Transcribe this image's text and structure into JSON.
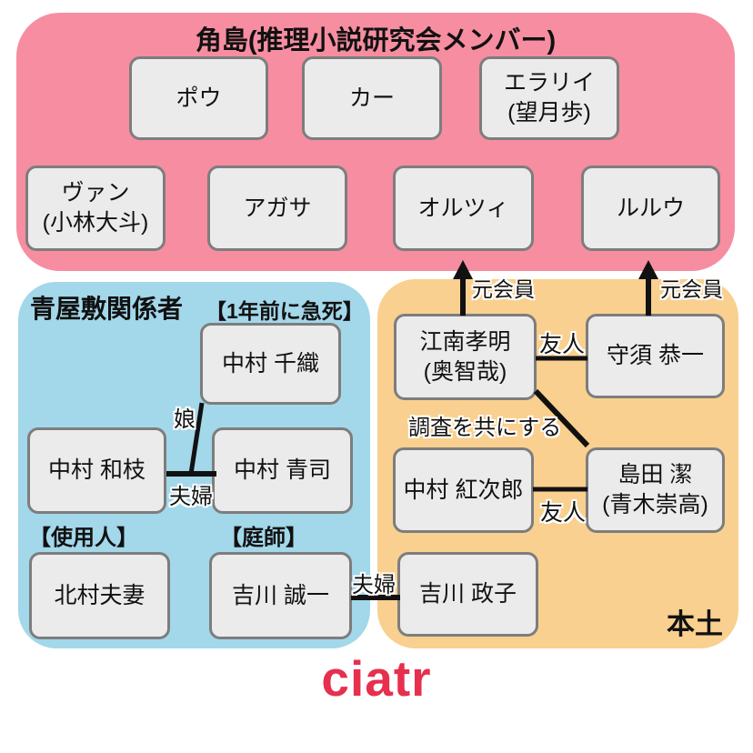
{
  "island": {
    "title": "角島(推理小説研究会メンバー)",
    "bg_color": "#f78da1",
    "members_row1": [
      {
        "name": "ポウ"
      },
      {
        "name": "カー"
      },
      {
        "name": "エラリイ",
        "sub": "(望月歩)"
      }
    ],
    "members_row2": [
      {
        "name": "ヴァン",
        "sub": "(小林大斗)"
      },
      {
        "name": "アガサ"
      },
      {
        "name": "オルツィ"
      },
      {
        "name": "ルルウ"
      }
    ]
  },
  "mansion": {
    "title": "青屋敷関係者",
    "death_note": "【1年前に急死】",
    "servant_label": "【使用人】",
    "gardener_label": "【庭師】",
    "bg_color": "#a3d7ea",
    "people": {
      "chiori": {
        "name": "中村 千織"
      },
      "kazue": {
        "name": "中村 和枝"
      },
      "seiji": {
        "name": "中村 青司"
      },
      "kitamura": {
        "name": "北村夫妻"
      },
      "seiichi": {
        "name": "吉川 誠一"
      }
    }
  },
  "mainland": {
    "region_label": "本土",
    "bg_color": "#f9d08f",
    "people": {
      "kawaminami": {
        "name": "江南孝明",
        "sub": "(奥智哉)"
      },
      "morisu": {
        "name": "守須 恭一"
      },
      "kojiro": {
        "name": "中村 紅次郎"
      },
      "shimada": {
        "name": "島田 潔",
        "sub": "(青木崇高)"
      },
      "masako": {
        "name": "吉川 政子"
      }
    }
  },
  "relations": {
    "daughter": "娘",
    "couple_nakamura": "夫婦",
    "couple_yoshikawa": "夫婦",
    "friend_top": "友人",
    "friend_bottom": "友人",
    "investigate": "調査を共にする",
    "former_member_left": "元会員",
    "former_member_right": "元会員"
  },
  "logo": {
    "text": "ciatr",
    "color": "#e6304e"
  }
}
